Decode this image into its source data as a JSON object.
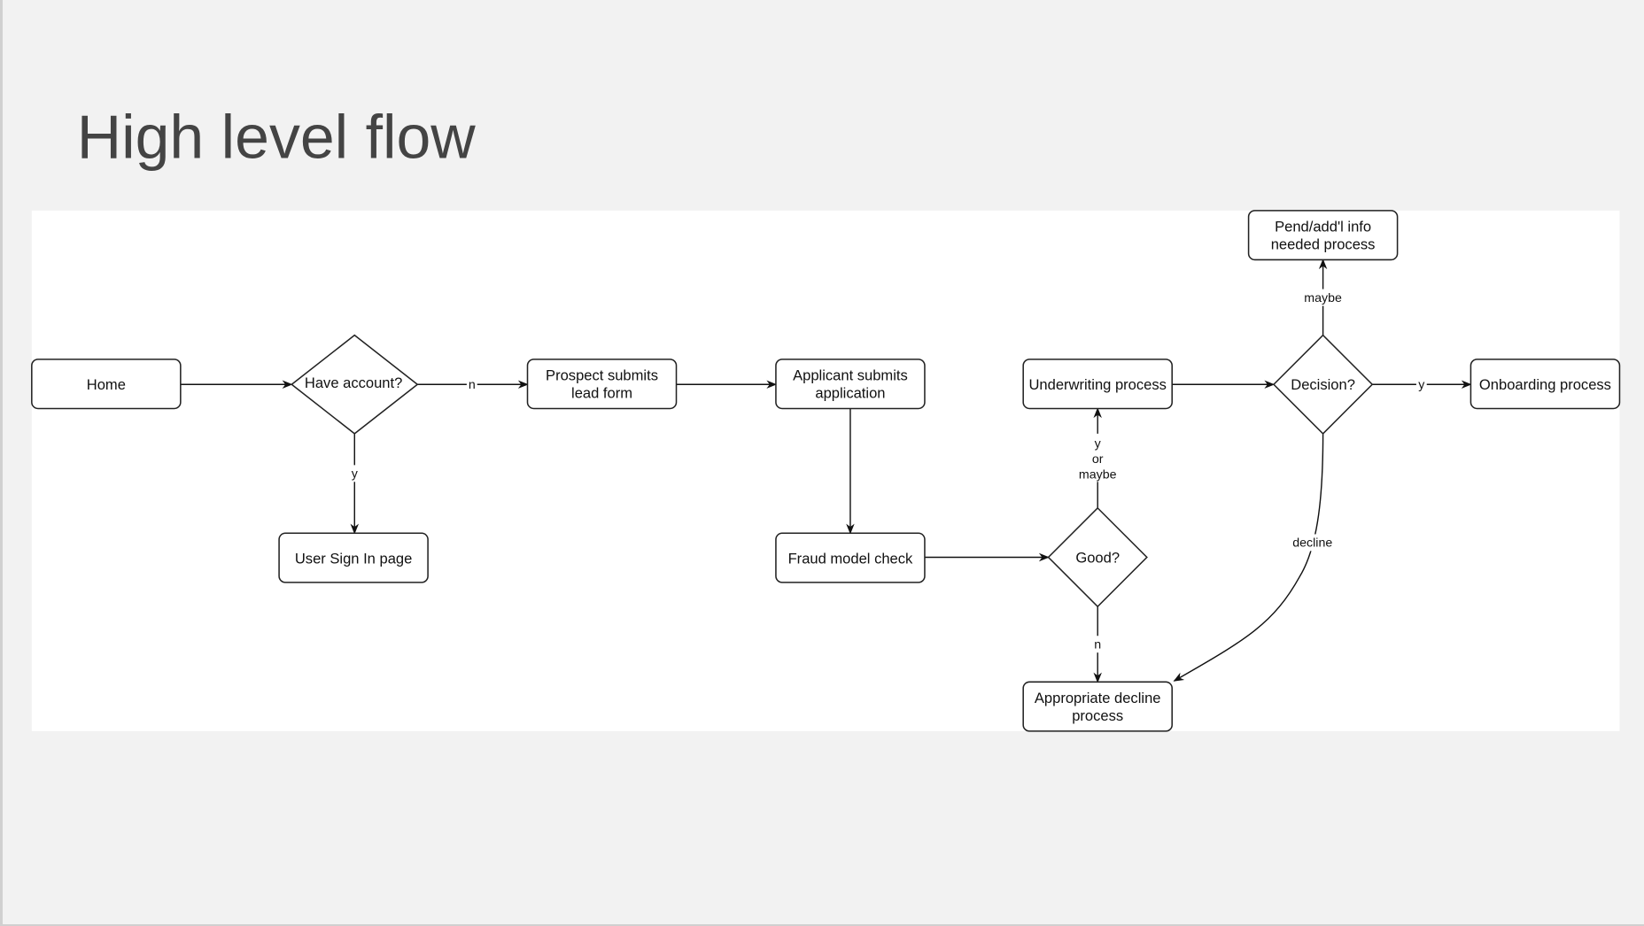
{
  "slide": {
    "title": "High level flow"
  },
  "nodes": {
    "home": "Home",
    "have_account": "Have account?",
    "prospect_1": "Prospect submits",
    "prospect_2": "lead form",
    "applicant_1": "Applicant submits",
    "applicant_2": "application",
    "user_sign_in": "User Sign In page",
    "fraud": "Fraud model check",
    "good": "Good?",
    "underwriting": "Underwriting process",
    "decision": "Decision?",
    "pend_1": "Pend/add'l info",
    "pend_2": "needed process",
    "onboarding": "Onboarding process",
    "decline_1": "Appropriate decline",
    "decline_2": "process"
  },
  "edges": {
    "have_no": "n",
    "have_yes": "y",
    "good_yes_1": "y",
    "good_yes_2": "or",
    "good_yes_3": "maybe",
    "good_no": "n",
    "decision_maybe": "maybe",
    "decision_yes": "y",
    "decision_decline": "decline"
  }
}
